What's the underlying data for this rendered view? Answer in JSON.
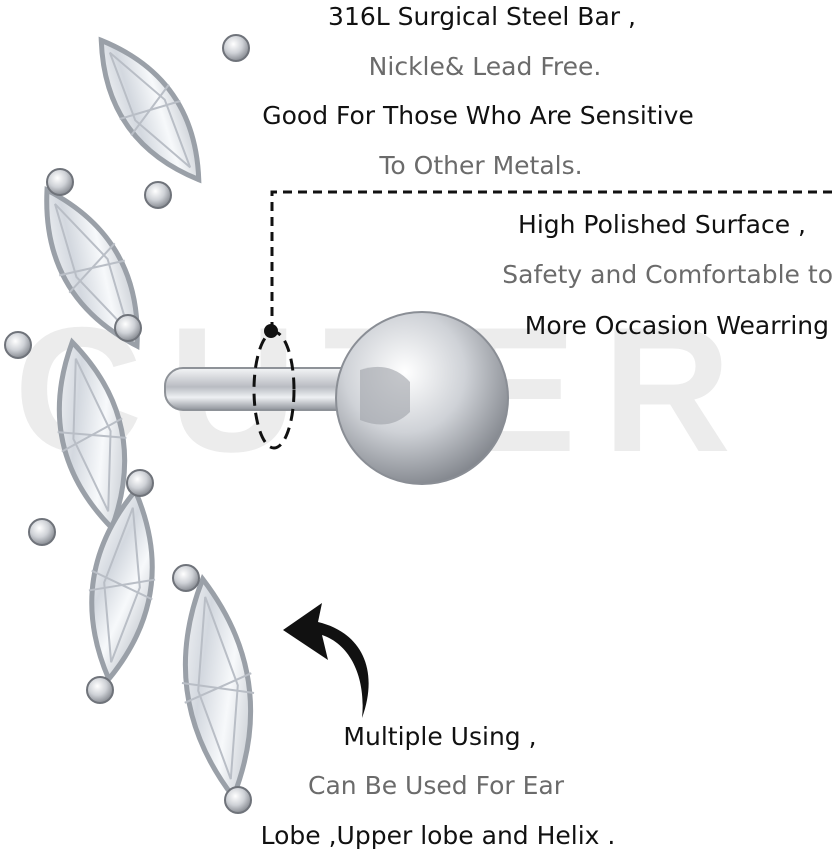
{
  "watermark": {
    "text": "CUTER"
  },
  "colors": {
    "dark_text": "#111111",
    "grey_text": "#6b6b6b",
    "watermark": "#ececec",
    "metal": "#c9ccd1",
    "gem": "#e9edf2"
  },
  "callouts": {
    "material": [
      "316L Surgical Steel Bar ,",
      "Nickle& Lead Free.",
      "Good For Those Who Are Sensitive",
      "To Other Metals."
    ],
    "surface": [
      "High Polished Surface ,",
      "Safety and Comfortable to",
      "More Occasion Wearring"
    ],
    "usage": [
      "Multiple Using ,",
      "Can Be Used For Ear",
      "Lobe ,Upper lobe and Helix ."
    ]
  },
  "icons": [
    "curved-arrow-icon",
    "dashed-ring-marker-icon"
  ]
}
